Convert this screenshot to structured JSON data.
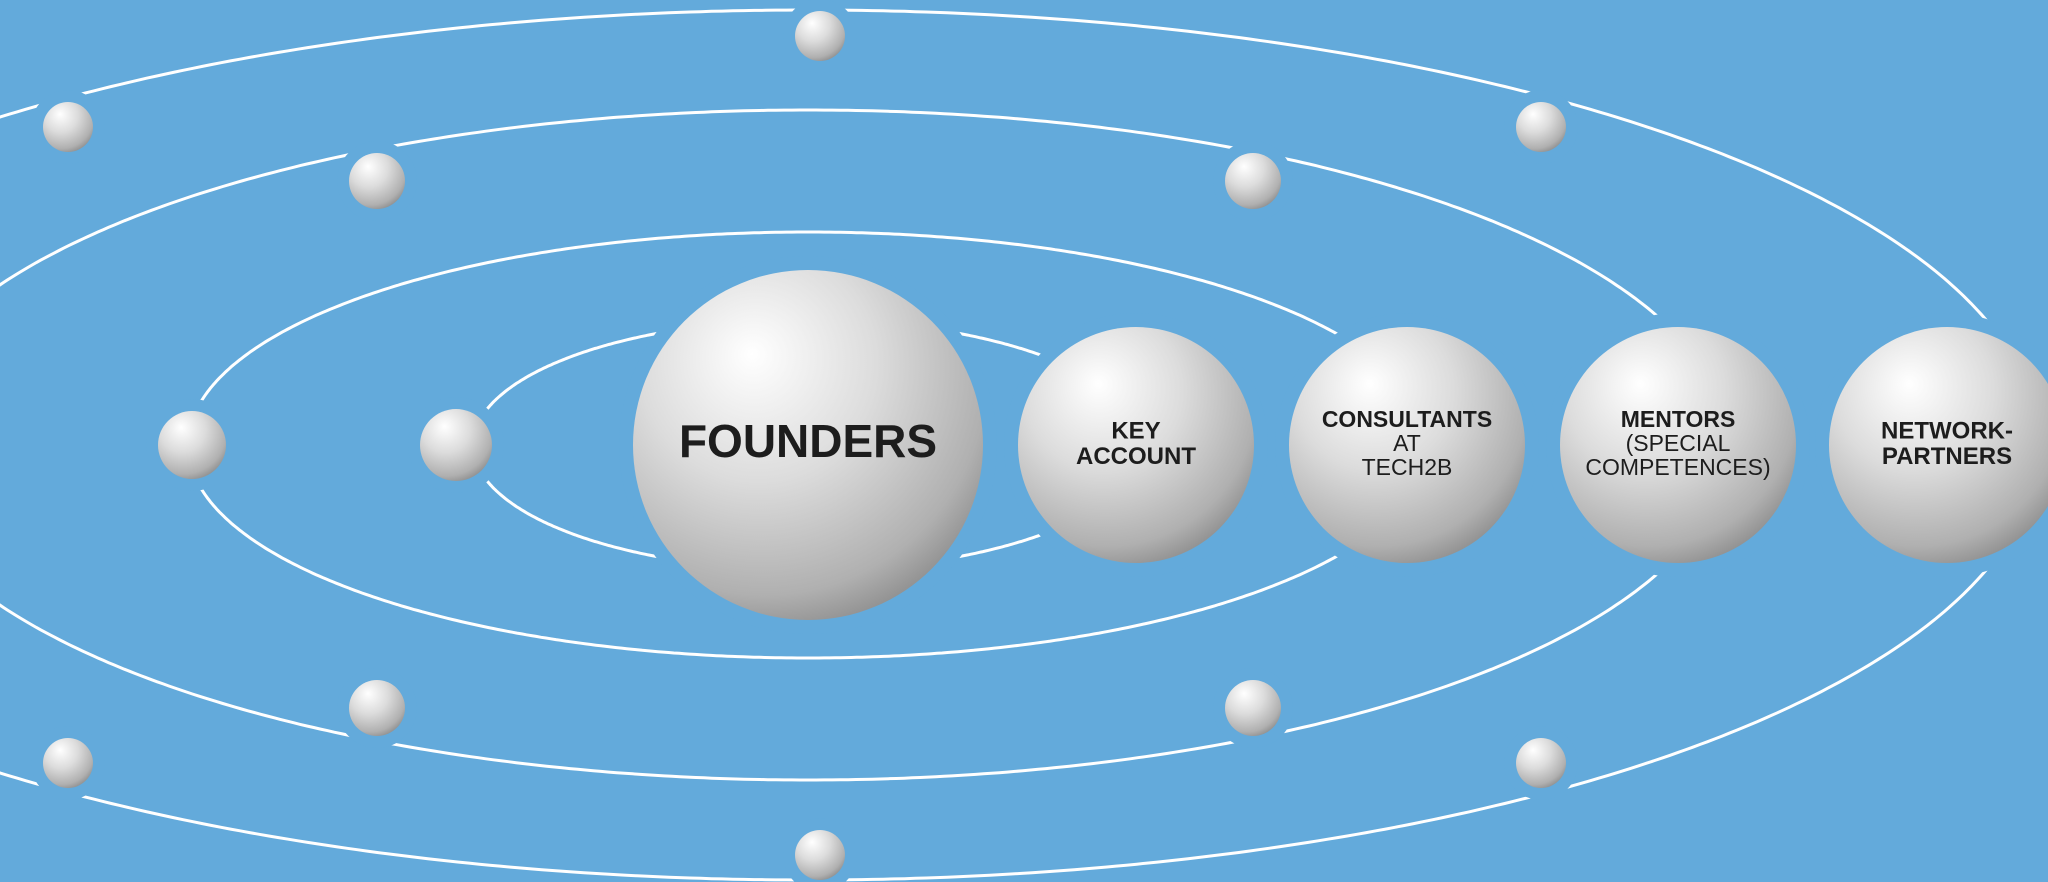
{
  "colors": {
    "background": "#63aadb",
    "orbit_line": "#ffffff",
    "sphere_light": "#ffffff",
    "sphere_mid": "#dcdcdc",
    "sphere_dark": "#8e8e8e",
    "label_text": "#1d1d1d"
  },
  "spheres": [
    {
      "id": "founders",
      "lines": [
        {
          "text": "FOUNDERS",
          "weight": "bold"
        }
      ]
    },
    {
      "id": "key-account",
      "lines": [
        {
          "text": "KEY",
          "weight": "bold"
        },
        {
          "text": "ACCOUNT",
          "weight": "bold"
        }
      ]
    },
    {
      "id": "consultants",
      "lines": [
        {
          "text": "CONSULTANTS",
          "weight": "bold"
        },
        {
          "text": "AT",
          "weight": "normal"
        },
        {
          "text": "TECH2B",
          "weight": "normal"
        }
      ]
    },
    {
      "id": "mentors",
      "lines": [
        {
          "text": "MENTORS",
          "weight": "bold"
        },
        {
          "text": "(SPECIAL",
          "weight": "normal"
        },
        {
          "text": "COMPETENCES)",
          "weight": "normal"
        }
      ]
    },
    {
      "id": "network-partners",
      "lines": [
        {
          "text": "NETWORK-",
          "weight": "bold"
        },
        {
          "text": "PARTNERS",
          "weight": "bold"
        }
      ]
    }
  ],
  "orbits": [
    {
      "id": "orbit-1",
      "satellites": 1
    },
    {
      "id": "orbit-2",
      "satellites": 1
    },
    {
      "id": "orbit-3",
      "satellites": 5
    },
    {
      "id": "orbit-4",
      "satellites": 7
    }
  ]
}
